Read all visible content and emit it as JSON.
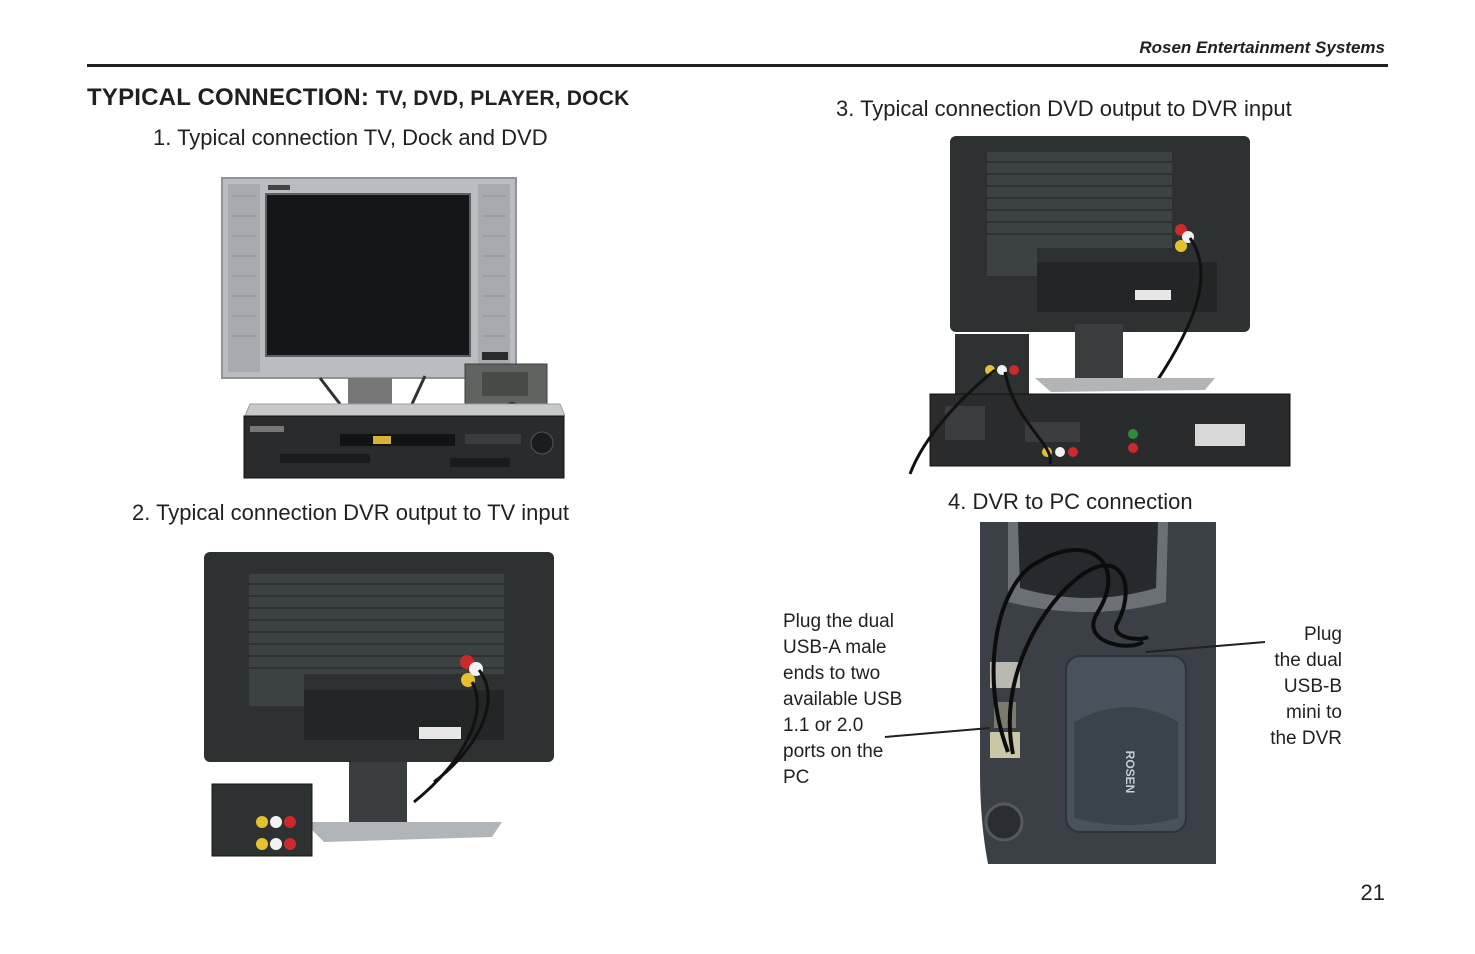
{
  "header": {
    "brand": "Rosen Entertainment Systems"
  },
  "section": {
    "title_main": "TYPICAL CONNECTION:",
    "title_sub": "TV, DVD, PLAYER, DOCK"
  },
  "figures": [
    {
      "caption": "1.  Typical connection TV, Dock and DVD"
    },
    {
      "caption": "2.  Typical connection DVR output to TV input"
    },
    {
      "caption": "3.  Typical connection DVD output to DVR input"
    },
    {
      "caption": "4.  DVR to PC connection"
    }
  ],
  "callouts": {
    "left": [
      "Plug the dual",
      "USB-A male",
      "ends to two",
      "available USB",
      "1.1 or 2.0",
      "ports on the",
      "PC"
    ],
    "right": [
      "Plug",
      "the dual",
      "USB-B",
      "mini to",
      "the DVR"
    ]
  },
  "device_labels": {
    "dvr_brand": "ROSEN"
  },
  "page": {
    "number": "21"
  }
}
